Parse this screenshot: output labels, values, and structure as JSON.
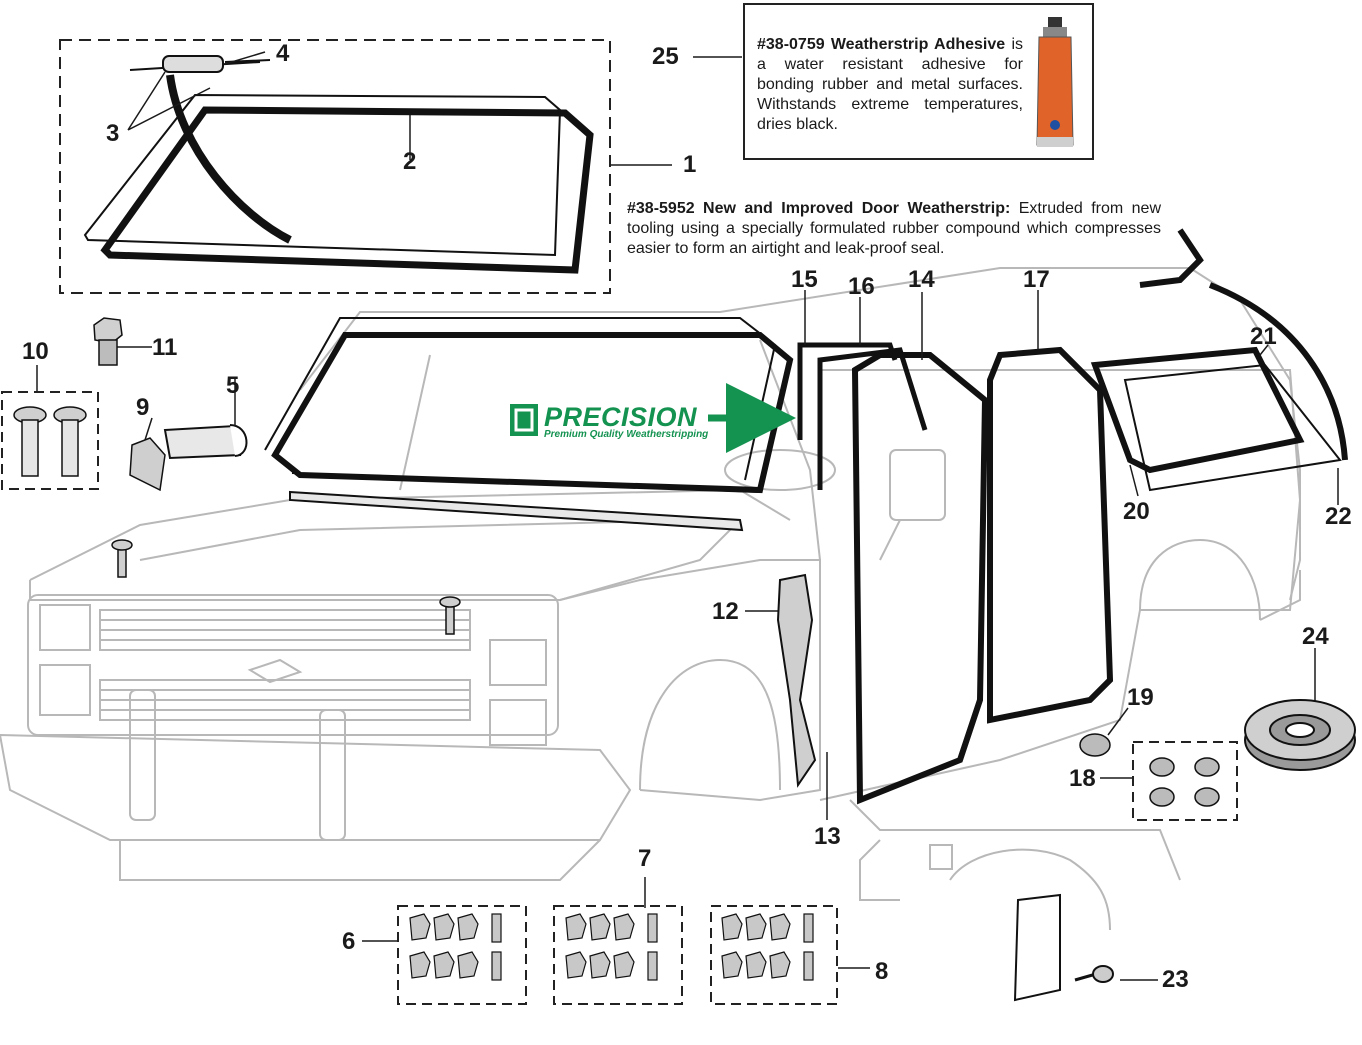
{
  "callouts": {
    "c1": "1",
    "c2": "2",
    "c3": "3",
    "c4": "4",
    "c5": "5",
    "c6": "6",
    "c7": "7",
    "c8": "8",
    "c9": "9",
    "c10": "10",
    "c11": "11",
    "c12": "12",
    "c13": "13",
    "c14": "14",
    "c15": "15",
    "c16": "16",
    "c17": "17",
    "c18": "18",
    "c19": "19",
    "c20": "20",
    "c21": "21",
    "c22": "22",
    "c23": "23",
    "c24": "24",
    "c25": "25"
  },
  "adhesive_note": {
    "part_number": "#38-0759 Weatherstrip Adhesive",
    "description": "is a water resistant adhesive for bonding rubber and metal surfaces. Withstands extreme temperatures, dries black."
  },
  "door_note": {
    "title": "#38-5952 New and Improved Door Weatherstrip:",
    "body": "Extruded from new tooling using a specially formulated rubber compound which compresses easier to form an airtight and leak-proof seal."
  },
  "brand": {
    "name": "PRECISION",
    "tagline": "Premium Quality Weatherstripping",
    "color": "#149250"
  },
  "colors": {
    "line": "#1a1a1a",
    "vehicle": "#b8b8b8",
    "seal": "#111111",
    "tube": "#e0642a"
  }
}
